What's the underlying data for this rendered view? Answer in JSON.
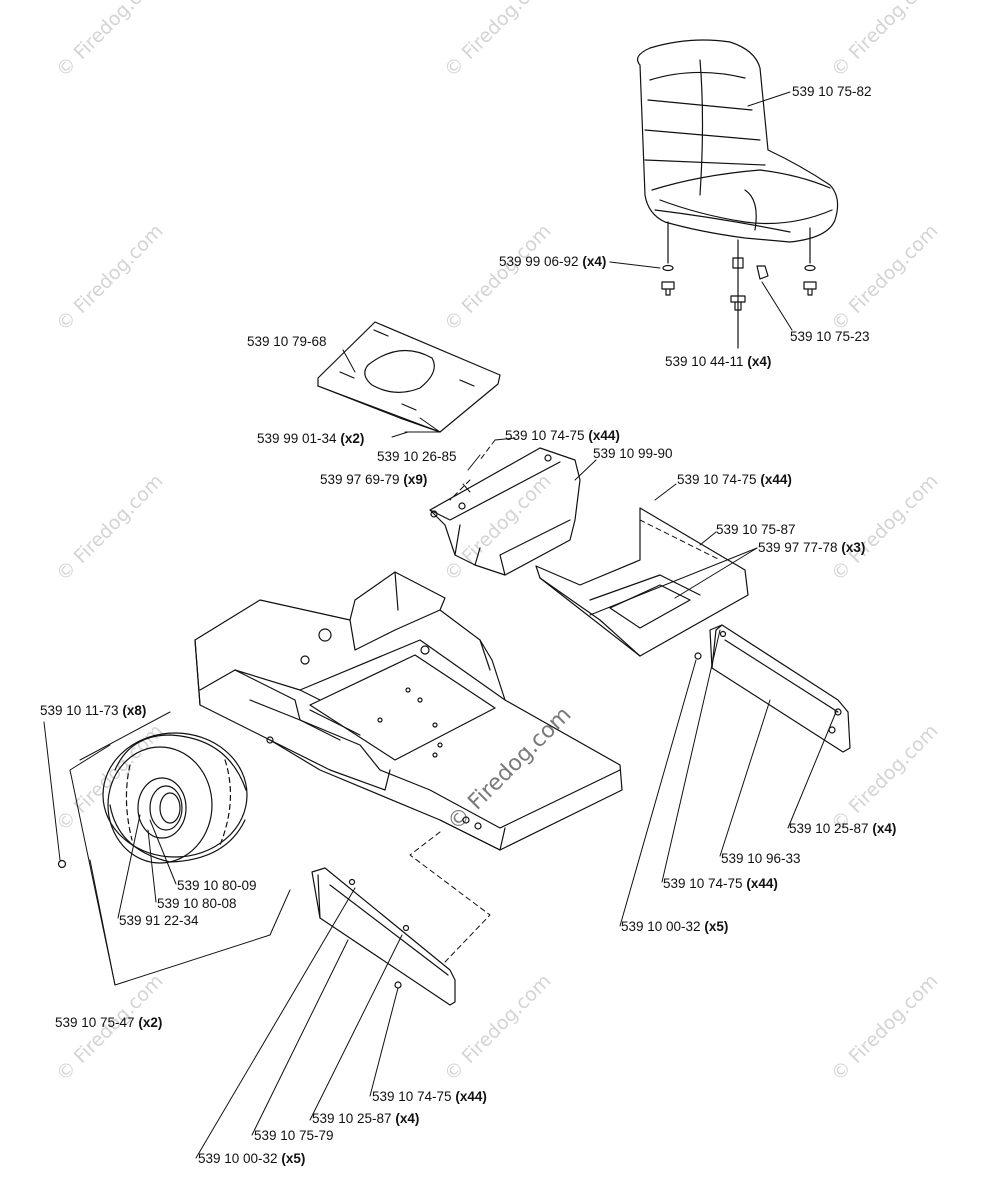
{
  "watermark": "© Firedog.com",
  "watermark_center": "© Firedog.com",
  "labels": {
    "seat": "539 10 75-82",
    "seat_washer": "539 99 06-92",
    "seat_washer_qty": "(x4)",
    "seat_knob": "539 10 75-23",
    "seat_bolt": "539 10 44-11",
    "seat_bolt_qty": "(x4)",
    "seat_plate": "539 10 79-68",
    "plate_screw": "539 99 01-34",
    "plate_screw_qty": "(x2)",
    "spring": "539 10 26-85",
    "hinge_screw": "539 97 69-79",
    "hinge_screw_qty": "(x9)",
    "rivet_top": "539 10 74-75",
    "rivet_top_qty": "(x44)",
    "seat_bracket": "539 10 99-90",
    "rivet_right": "539 10 74-75",
    "rivet_right_qty": "(x44)",
    "floor_pan": "539 10 75-87",
    "clip": "539 97 77-78",
    "clip_qty": "(x3)",
    "wheel_nut": "539 10 11-73",
    "wheel_nut_qty": "(x8)",
    "bearing_a": "539 10 80-09",
    "bearing_b": "539 10 80-08",
    "seal": "539 91 22-34",
    "wheel": "539 10 75-47",
    "wheel_qty": "(x2)",
    "r_screw": "539 10 25-87",
    "r_screw_qty": "(x4)",
    "r_guard": "539 10 96-33",
    "r_rivet": "539 10 74-75",
    "r_rivet_qty": "(x44)",
    "r_bolt": "539 10 00-32",
    "r_bolt_qty": "(x5)",
    "l_rivet": "539 10 74-75",
    "l_rivet_qty": "(x44)",
    "l_screw": "539 10 25-87",
    "l_screw_qty": "(x4)",
    "l_guard": "539 10 75-79",
    "l_bolt": "539 10 00-32",
    "l_bolt_qty": "(x5)"
  }
}
